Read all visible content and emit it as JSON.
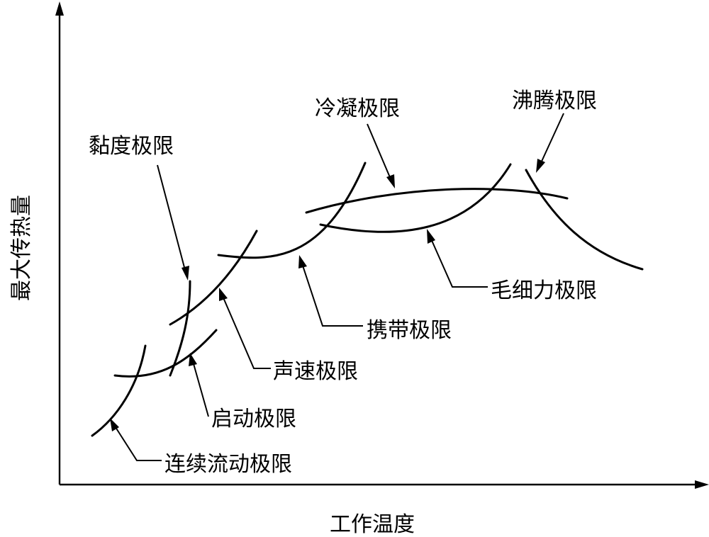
{
  "axes": {
    "x_label": "工作温度",
    "y_label": "最大传热量"
  },
  "limits": {
    "viscous": "黏度极限",
    "condensation": "冷凝极限",
    "boiling": "沸腾极限",
    "capillary": "毛细力极限",
    "entrainment": "携带极限",
    "sonic": "声速极限",
    "startup": "启动极限",
    "continuum": "连续流动极限"
  }
}
